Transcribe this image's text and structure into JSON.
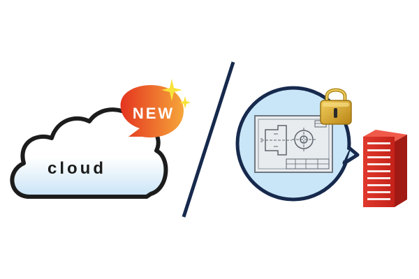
{
  "cloud": {
    "label": "cloud"
  },
  "badge": {
    "label": "NEW"
  },
  "colors": {
    "outline": "#1c1c1c",
    "cloud_top": "#ffffff",
    "cloud_bottom": "#c8e3f6",
    "badge_start": "#e4341f",
    "badge_end": "#f6a63a",
    "sparkle": "#f9e33a",
    "divider": "#172a4d",
    "bubble_fill": "#c9e6f8",
    "bubble_stroke": "#172a4d",
    "drawing_paper": "#e9ecef",
    "lock_gold": "#d9a82a",
    "server_red": "#d62a22"
  },
  "icons": [
    "cloud-icon",
    "new-badge-icon",
    "sparkle-icon",
    "divider-line",
    "speech-bubble-icon",
    "technical-drawing-icon",
    "padlock-icon",
    "server-icon"
  ]
}
